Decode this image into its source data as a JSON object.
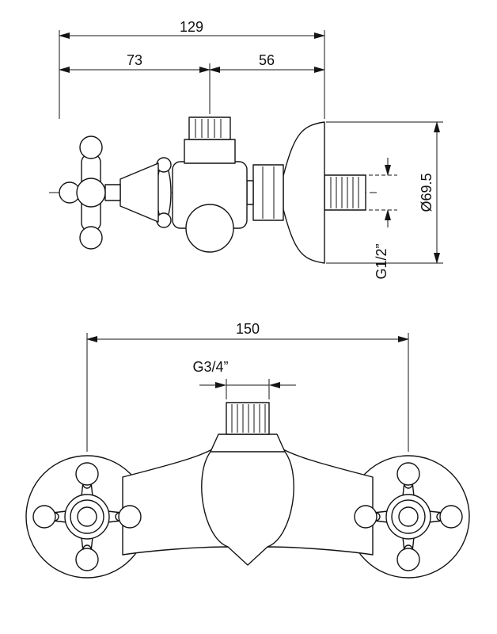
{
  "side_view": {
    "overall_width": "129",
    "handle_to_axis": "73",
    "axis_to_flange": "56",
    "flange_diameter": "Ø69.5",
    "wall_thread": "G1/2”"
  },
  "front_view": {
    "center_distance": "150",
    "outlet_thread": "G3/4”"
  }
}
